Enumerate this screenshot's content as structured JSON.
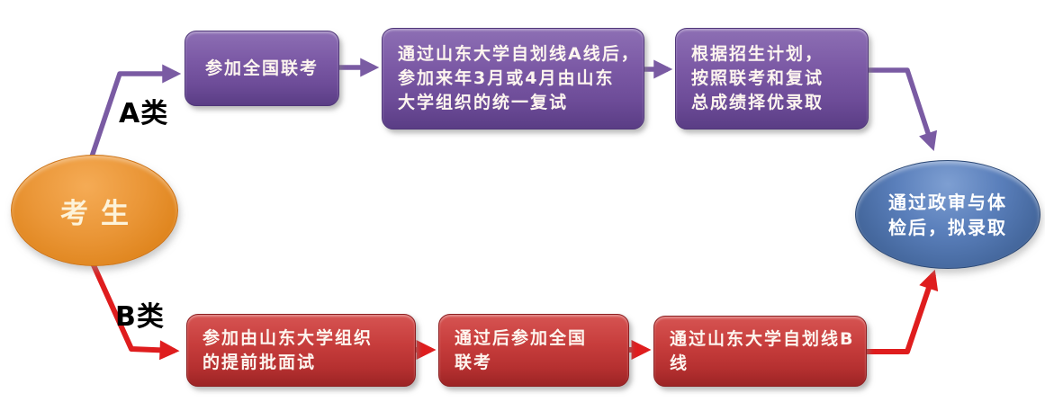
{
  "diagram": {
    "type": "flowchart",
    "start": {
      "label": "考生"
    },
    "end": {
      "lines": [
        "通过政审与体",
        "检后，拟录取"
      ]
    },
    "branch_a": {
      "label": "A类",
      "steps": [
        {
          "lines": [
            "参加全国联考"
          ]
        },
        {
          "lines": [
            "通过山东大学自划线A线后，",
            "参加来年3月或4月由山东",
            "大学组织的统一复试"
          ]
        },
        {
          "lines": [
            "根据招生计划，",
            "按照联考和复试",
            "总成绩择优录取"
          ]
        }
      ]
    },
    "branch_b": {
      "label": "B类",
      "steps": [
        {
          "lines": [
            "参加由山东大学组织",
            "的提前批面试"
          ]
        },
        {
          "lines": [
            "通过后参加全国",
            "联考"
          ]
        },
        {
          "lines": [
            "通过山东大学自划线B",
            "线"
          ]
        }
      ]
    },
    "colors": {
      "start_node_fill": "#ea9637",
      "end_node_fill": "#4a70ae",
      "branch_a_box_fill": "#7b59a5",
      "branch_a_arrow": "#7a5ba3",
      "branch_b_box_fill": "#c73d3c",
      "branch_b_arrow": "#df1d1e",
      "node_text": "#ffffff",
      "branch_label_text": "#000000",
      "background": "#ffffff"
    }
  }
}
